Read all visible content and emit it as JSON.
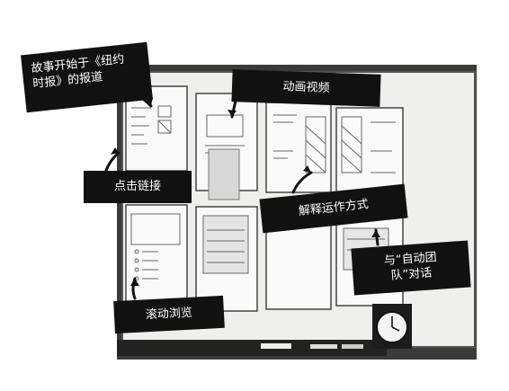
{
  "labels": {
    "story_line1": "故事开始于《纽约",
    "story_line2": "时报》的报道",
    "animation_video": "动画视频",
    "click_link": "点击链接",
    "explain_how": "解释运作方式",
    "team_line1": "与“自动团",
    "team_line2": "队”对话",
    "scroll_browse": "滚动浏览"
  },
  "colors": {
    "label_bg": "#111111",
    "label_text": "#ffffff",
    "whiteboard": "#f2f2f0",
    "wall": "#2b2b2b"
  },
  "icons": [
    "arrow-icon",
    "clock-icon"
  ]
}
